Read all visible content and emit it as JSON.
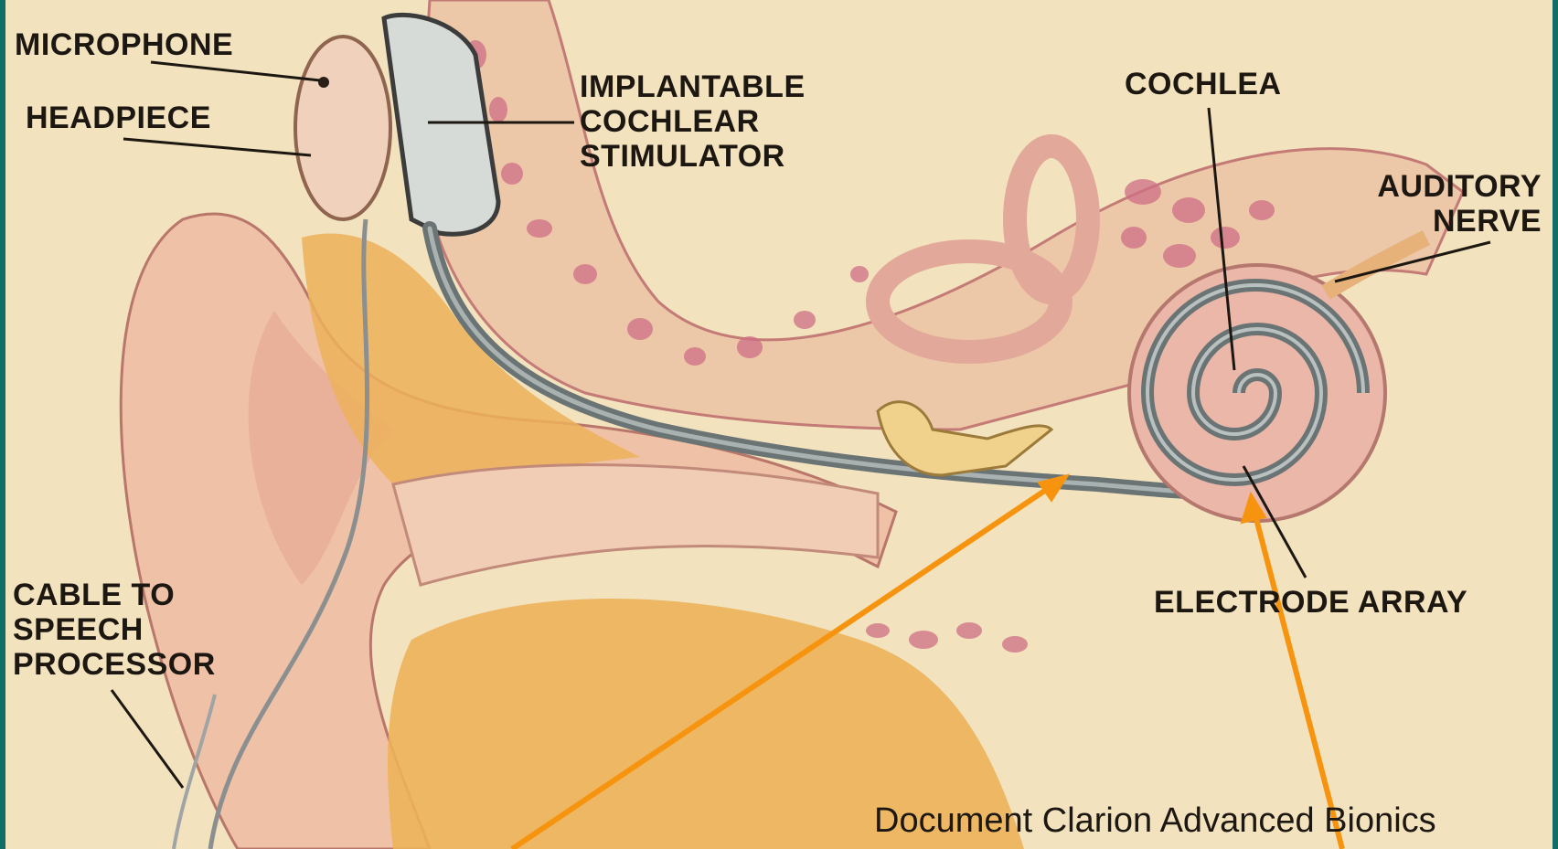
{
  "labels": {
    "microphone": "MICROPHONE",
    "headpiece": "HEADPIECE",
    "stimulator": "IMPLANTABLE\nCOCHLEAR\nSTIMULATOR",
    "cochlea": "COCHLEA",
    "auditory_nerve": "AUDITORY\nNERVE",
    "cable": "CABLE TO\nSPEECH\nPROCESSOR",
    "electrode_array": "ELECTRODE ARRAY"
  },
  "credit": "Document Clarion Advanced Bionics",
  "colors": {
    "frame": "#0f6f66",
    "background": "#f2e2bd",
    "skin": "#efc7a8",
    "bone": "#e9b9ad",
    "fat": "#ecb25a",
    "implant": "#d7dbd8",
    "electrode": "#6b7474",
    "callout_arrow": "#f7940f",
    "text": "#1d1712"
  }
}
